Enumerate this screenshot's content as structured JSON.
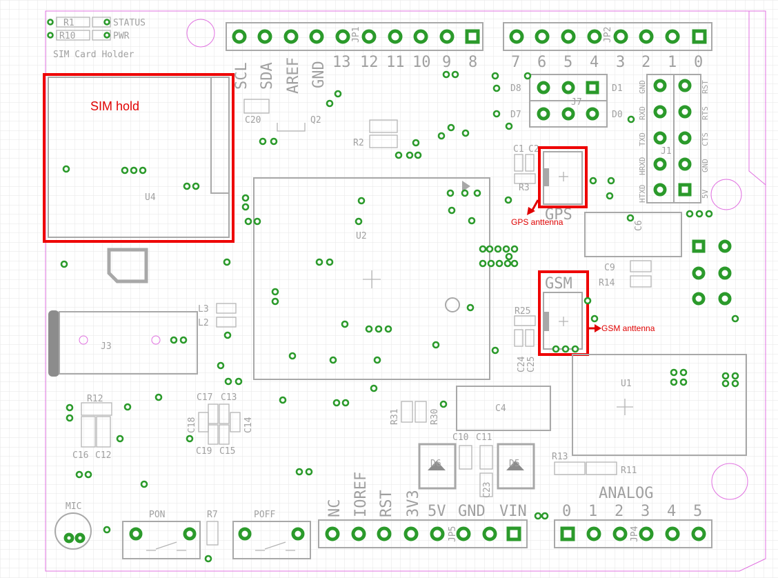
{
  "header_pins_top_left": [
    "SCL",
    "SDA",
    "AREF",
    "GND",
    "13",
    "12",
    "11",
    "10",
    "9",
    "8"
  ],
  "header_pins_top_right": [
    "7",
    "6",
    "5",
    "4",
    "3",
    "2",
    "1",
    "0"
  ],
  "header_pins_bottom_power": [
    "NC",
    "IOREF",
    "RST",
    "3V3",
    "5V",
    "GND",
    "VIN"
  ],
  "header_pins_bottom_analog": [
    "0",
    "1",
    "2",
    "3",
    "4",
    "5"
  ],
  "analog_title": "ANALOG",
  "icsp_labels_left": [
    "GND",
    "RXD",
    "TXD",
    "HRXD",
    "HTXD"
  ],
  "icsp_labels_right": [
    "RST",
    "RTS",
    "CTS",
    "GND",
    "5V"
  ],
  "components": {
    "r1": "R1",
    "r10": "R10",
    "status": "STATUS",
    "pwr": "PWR",
    "sim_card_holder": "SIM Card Holder",
    "jp1": "JP1",
    "jp2": "JP2",
    "jp4": "JP4",
    "jp5": "JP5",
    "j1": "J1",
    "j3": "J3",
    "j7": "J7",
    "d8": "D8",
    "d7": "D7",
    "d1": "D1",
    "d0": "D0",
    "c20": "C20",
    "q2": "Q2",
    "r2": "R2",
    "u4": "U4",
    "u2": "U2",
    "u1": "U1",
    "c1": "C1",
    "c2": "C2",
    "r3": "R3",
    "gps": "GPS",
    "c6": "C6",
    "c9": "C9",
    "r14": "R14",
    "gsm": "GSM",
    "r25": "R25",
    "c24": "C24",
    "c25": "C25",
    "l3": "L3",
    "l2": "L2",
    "r12": "R12",
    "c16": "C16",
    "c12": "C12",
    "c17": "C17",
    "c13": "C13",
    "c18": "C18",
    "c14": "C14",
    "c19": "C19",
    "c15": "C15",
    "r31": "R31",
    "r30": "R30",
    "c4": "C4",
    "c10": "C10",
    "c11": "C11",
    "c23": "C23",
    "d6": "D6",
    "d5": "D5",
    "r13": "R13",
    "r11": "R11",
    "mic": "MIC",
    "pon": "PON",
    "poff": "POFF",
    "r7": "R7"
  },
  "annotations": {
    "sim_hold": "SIM hold",
    "gps_antenna": "GPS anttenna",
    "gsm_antenna": "GSM anttenna"
  },
  "colors": {
    "pad": "#2b9a2b",
    "silkscreen": "#a8a8a8",
    "highlight": "#ee0000",
    "board_outline": "#e070e0",
    "grid": "#e6e6e6"
  }
}
